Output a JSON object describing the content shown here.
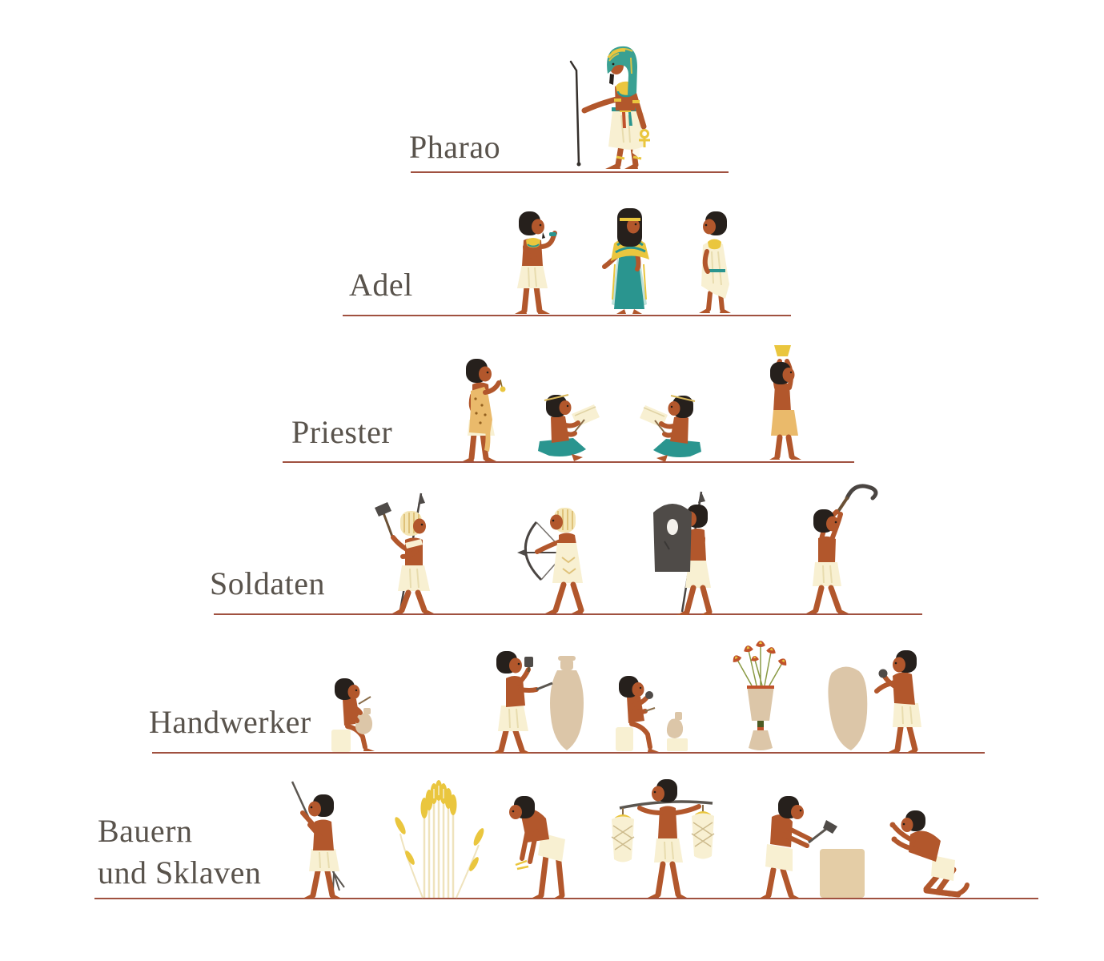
{
  "background": "#ffffff",
  "colors": {
    "label_text": "#59534c",
    "level_line": "#a05140",
    "skin": "#b2572c",
    "hair": "#26201c",
    "garment_cream": "#f8f0d2",
    "teal": "#2a958f",
    "gold": "#eac63e",
    "red_accent": "#c0522b",
    "pottery_beige": "#dcc6a8",
    "ochre": "#eaba6b",
    "prop_gray": "#4f4b48"
  },
  "pyramid": {
    "levels": [
      {
        "rank": 1,
        "label": "Pharao",
        "label_lines": [
          "Pharao"
        ],
        "figures": [
          "pharaoh-with-staff-and-ankh"
        ]
      },
      {
        "rank": 2,
        "label": "Adel",
        "label_lines": [
          "Adel"
        ],
        "figures": [
          "nobleman-gesturing",
          "noblewoman-teal-dress",
          "nobleman-long-robe"
        ]
      },
      {
        "rank": 3,
        "label": "Priester",
        "label_lines": [
          "Priester"
        ],
        "figures": [
          "priest-leopard-skin",
          "seated-scribe-right",
          "seated-scribe-left",
          "priest-raising-offering"
        ]
      },
      {
        "rank": 4,
        "label": "Soldaten",
        "label_lines": [
          "Soldaten"
        ],
        "figures": [
          "soldier-axe-and-spear",
          "soldier-archer",
          "soldier-shield-and-spear",
          "soldier-khopesh"
        ]
      },
      {
        "rank": 5,
        "label": "Handwerker",
        "label_lines": [
          "Handwerker"
        ],
        "figures": [
          "seated-potter",
          "craftsman-chiseling-amphora",
          "seated-vase-polisher",
          "lotus-flower-vase",
          "craftsman-carving-large-vessel"
        ]
      },
      {
        "rank": 6,
        "label": "Bauern und Sklaven",
        "label_lines": [
          "Bauern",
          "und Sklaven"
        ],
        "figures": [
          "farmer-with-rake",
          "wheat-sheaf",
          "farmer-harvesting",
          "farmer-carrying-grain-baskets",
          "worker-with-adze-and-stone-block",
          "kneeling-slave"
        ]
      }
    ]
  }
}
